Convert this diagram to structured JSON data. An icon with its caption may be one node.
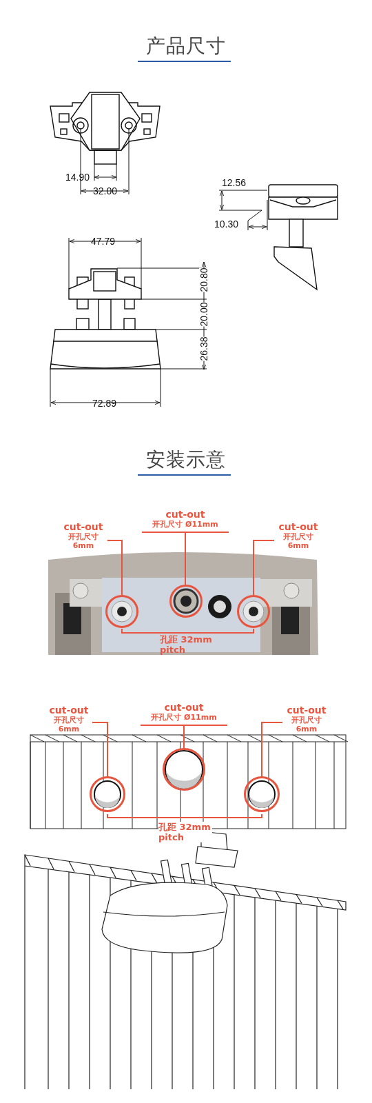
{
  "diagram": {
    "title": "产品尺寸",
    "nodes": [
      {
        "text": [
          "cut-out",
          "开孔尺寸 6mm"
        ]
      },
      {
        "text": [],
        "shape": "circle"
      },
      {
        "text": [
          "cut-out",
          "开孔尺寸 Ø11mm"
        ]
      },
      {
        "text": [],
        "shape": "circle"
      },
      {
        "text": [
          "cut-out",
          "开孔尺寸 6mm"
        ]
      },
      {
        "text": [],
        "shape": "circle"
      },
      {
        "text": [
          "cut-out",
          "开孔尺寸 6mm"
        ]
      },
      {
        "text": [],
        "shape": "circle"
      },
      {
        "text": [
          "cut-out",
          "开孔尺寸 Ø11mm"
        ]
      },
      {
        "text": [],
        "shape": "circle"
      },
      {
        "text": [
          "cut-out",
          "开孔尺寸 6mm"
        ]
      },
      {
        "text": [],
        "shape": "circle"
      }
    ],
    "edges": [
      {
        "from": 0,
        "to": 1,
        "arrow": "none"
      },
      {
        "from": 2,
        "to": 3,
        "arrow": "none"
      },
      {
        "from": 4,
        "to": 5,
        "arrow": "none"
      },
      {
        "from": 6,
        "to": 7,
        "arrow": "none"
      },
      {
        "from": 8,
        "to": 9,
        "arrow": "none"
      },
      {
        "from": 10,
        "to": 11,
        "arrow": "none"
      }
    ],
    "labels": [
      "14.90",
      "32.00",
      "12.56",
      "10.30",
      "47.79",
      "20.80",
      "20.00",
      "26.38",
      "72.89",
      "安装示意",
      "孔距 32mm pitch",
      "孔距 32mm pitch"
    ]
  }
}
